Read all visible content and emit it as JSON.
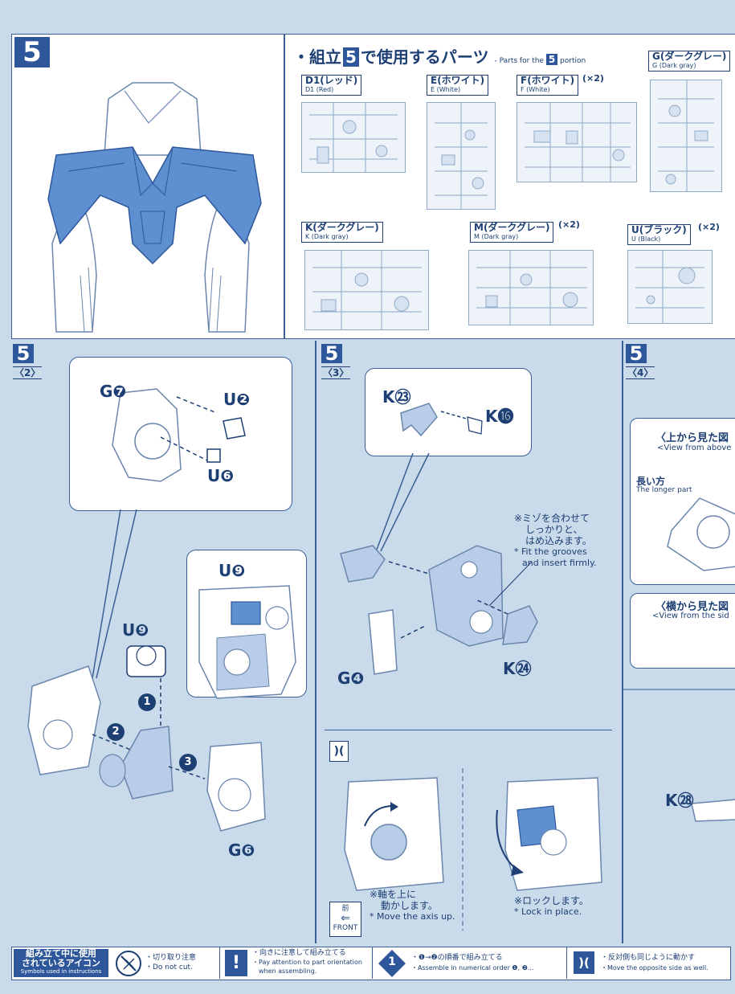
{
  "step": {
    "number": "5"
  },
  "parts_header": {
    "title_prefix": "・組立",
    "title_number": "5",
    "title_suffix": "で使用するパーツ",
    "en_prefix": "- Parts for the",
    "en_number": "5",
    "en_suffix": "portion"
  },
  "runners": [
    {
      "jp": "D1(レッド)",
      "en": "D1 (Red)",
      "count": ""
    },
    {
      "jp": "E(ホワイト)",
      "en": "E (White)",
      "count": ""
    },
    {
      "jp": "F(ホワイト)",
      "en": "F (White)",
      "count": "(×2)"
    },
    {
      "jp": "G(ダークグレー)",
      "en": "G (Dark gray)",
      "count": ""
    },
    {
      "jp": "K(ダークグレー)",
      "en": "K (Dark gray)",
      "count": ""
    },
    {
      "jp": "M(ダークグレー)",
      "en": "M (Dark gray)",
      "count": "(×2)"
    },
    {
      "jp": "U(ブラック)",
      "en": "U (Black)",
      "count": "(×2)"
    }
  ],
  "sub2": {
    "number": "5",
    "sub": "〈2〉",
    "labels": {
      "g7": "G❼",
      "u2": "U❷",
      "u6": "U❻",
      "u9_top": "U❾",
      "u9": "U❾",
      "g6": "G❻"
    },
    "order": {
      "one": "1",
      "two": "2",
      "three": "3"
    }
  },
  "sub3": {
    "number": "5",
    "sub": "〈3〉",
    "labels": {
      "k23": "K㉓",
      "k16": "K⓰",
      "g4": "G❹",
      "k24": "K㉔"
    },
    "note_grooves_jp1": "※ミゾを合わせて",
    "note_grooves_jp2": "しっかりと、",
    "note_grooves_jp3": "はめ込みます。",
    "note_grooves_en1": "* Fit the grooves",
    "note_grooves_en2": "and insert firmly.",
    "note_axis_jp1": "※軸を上に",
    "note_axis_jp2": "動かします。",
    "note_axis_en": "* Move the axis up.",
    "note_lock_jp": "※ロックします。",
    "note_lock_en": "* Lock in place.",
    "front_jp": "前",
    "front_en": "FRONT"
  },
  "sub4": {
    "number": "5",
    "sub": "〈4〉",
    "view_above_jp": "〈上から見た図",
    "view_above_en": "<View from above",
    "longer_jp": "長い方",
    "longer_en": "The longer part",
    "view_side_jp": "〈横から見た図",
    "view_side_en": "<View from the sid",
    "k28": "K㉘"
  },
  "footer": {
    "title_jp1": "組み立て中に使用",
    "title_jp2": "されているアイコン",
    "title_en": "Symbols used in instructions",
    "cut_jp": "・切り取り注意",
    "cut_en": "・Do not cut.",
    "orient_jp": "・向きに注意して組み立てる",
    "orient_en1": "・Pay attention to part orientation",
    "orient_en2": "when assembling.",
    "order_jp": "・❶→❷の順番で組み立てる",
    "order_en": "・Assemble in numerical order ❶, ❷...",
    "opposite_jp": "・反対側も同じように動かす",
    "opposite_en": "・Move the opposite side as well.",
    "exclaim": "!",
    "one": "1"
  },
  "colors": {
    "accent": "#2d579a",
    "background": "#c9daea",
    "highlight": "#5d8fd1"
  }
}
